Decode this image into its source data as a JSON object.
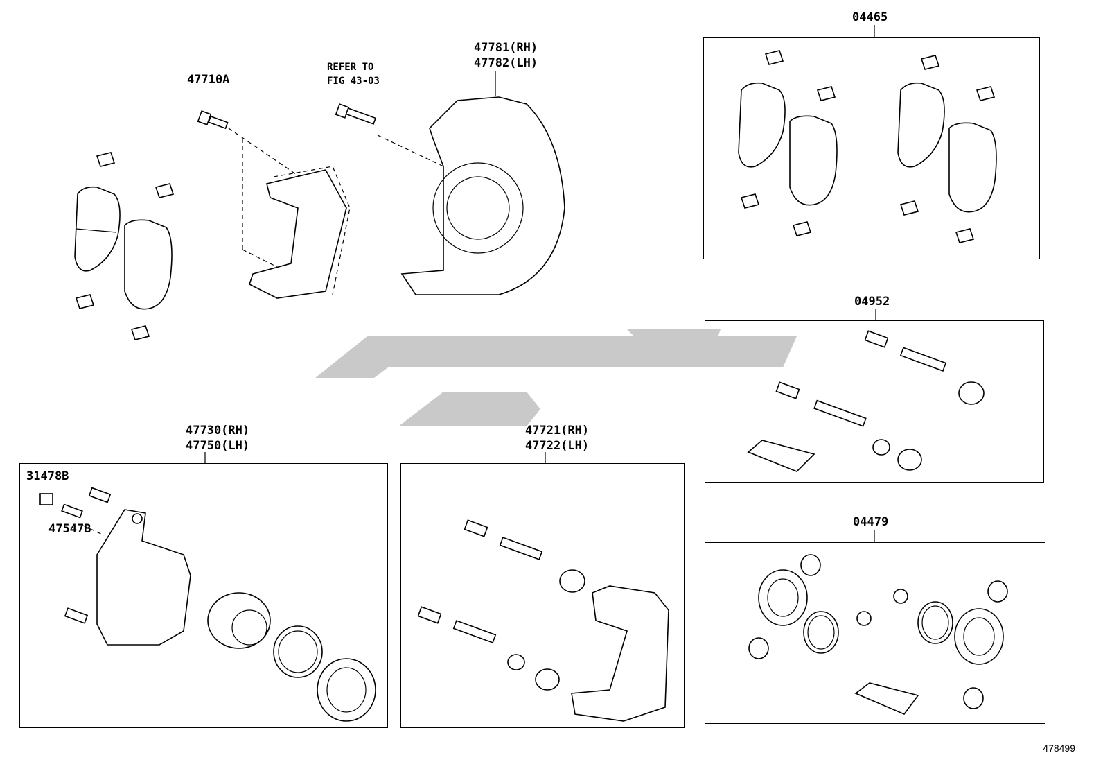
{
  "labels": {
    "caliper_bolt": "47710A",
    "refer_note_line1": "REFER TO",
    "refer_note_line2": "FIG 43-03",
    "dust_cover_rh": "47781(RH)",
    "dust_cover_lh": "47782(LH)",
    "pad_kit": "04465",
    "cylinder_rh": "47730(RH)",
    "cylinder_lh": "47750(LH)",
    "bleeder_cap": "31478B",
    "bleeder_plug": "47547B",
    "mounting_rh": "47721(RH)",
    "mounting_lh": "47722(LH)",
    "support_kit": "04952",
    "cylinder_kit": "04479"
  },
  "figure_number": "478499",
  "colors": {
    "line": "#000000",
    "watermark": "#c9c9c9"
  }
}
